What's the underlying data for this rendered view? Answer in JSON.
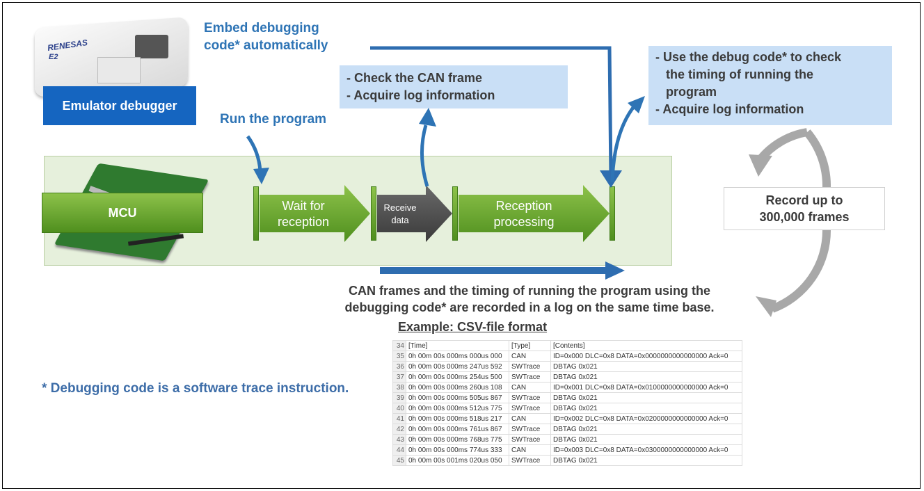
{
  "diagram": {
    "device_brand": "RENESAS",
    "device_model": "E2",
    "emulator_label": "Emulator debugger",
    "embed_label": "Embed debugging code* automatically",
    "run_label": "Run the program",
    "can_callout": [
      "- Check the CAN frame",
      "- Acquire log information"
    ],
    "debug_callout": [
      "- Use the debug code* to check",
      "the timing of running the",
      "program",
      "- Acquire log information"
    ],
    "mcu_label": "MCU",
    "steps": [
      {
        "label": "Wait for reception"
      },
      {
        "label": "Receive data"
      },
      {
        "label": "Reception processing"
      }
    ],
    "record_label": "Record up to 300,000 frames",
    "log_note": [
      "CAN frames and the timing of running the program using the",
      "debugging code* are recorded in a log on the same time base."
    ],
    "example_title": "Example: CSV-file format",
    "footnote": "* Debugging code is a software trace instruction."
  },
  "colors": {
    "blue_text": "#2e74b5",
    "callout_bg": "#c9dff6",
    "emulator_bg": "#1565c0",
    "green": "#5a9e2a",
    "grey_arrow": "#4a4a4a",
    "flow_arrow": "#2e6db0"
  },
  "csv": {
    "header": {
      "row": "34",
      "time": "[Time]",
      "type": "[Type]",
      "contents": "[Contents]"
    },
    "rows": [
      {
        "row": "35",
        "time": "0h 00m 00s 000ms 000us 000",
        "type": "CAN",
        "contents": "ID=0x000 DLC=0x8 DATA=0x0000000000000000 Ack=0"
      },
      {
        "row": "36",
        "time": "0h 00m 00s 000ms 247us 592",
        "type": "SWTrace",
        "contents": "DBTAG 0x021"
      },
      {
        "row": "37",
        "time": "0h 00m 00s 000ms 254us 500",
        "type": "SWTrace",
        "contents": "DBTAG 0x021"
      },
      {
        "row": "38",
        "time": "0h 00m 00s 000ms 260us 108",
        "type": "CAN",
        "contents": "ID=0x001 DLC=0x8 DATA=0x0100000000000000 Ack=0"
      },
      {
        "row": "39",
        "time": "0h 00m 00s 000ms 505us 867",
        "type": "SWTrace",
        "contents": "DBTAG 0x021"
      },
      {
        "row": "40",
        "time": "0h 00m 00s 000ms 512us 775",
        "type": "SWTrace",
        "contents": "DBTAG 0x021"
      },
      {
        "row": "41",
        "time": "0h 00m 00s 000ms 518us 217",
        "type": "CAN",
        "contents": "ID=0x002 DLC=0x8 DATA=0x0200000000000000 Ack=0"
      },
      {
        "row": "42",
        "time": "0h 00m 00s 000ms 761us 867",
        "type": "SWTrace",
        "contents": "DBTAG 0x021"
      },
      {
        "row": "43",
        "time": "0h 00m 00s 000ms 768us 775",
        "type": "SWTrace",
        "contents": "DBTAG 0x021"
      },
      {
        "row": "44",
        "time": "0h 00m 00s 000ms 774us 333",
        "type": "CAN",
        "contents": "ID=0x003 DLC=0x8 DATA=0x0300000000000000 Ack=0"
      },
      {
        "row": "45",
        "time": "0h 00m 00s 001ms 020us 050",
        "type": "SWTrace",
        "contents": "DBTAG 0x021"
      }
    ]
  }
}
